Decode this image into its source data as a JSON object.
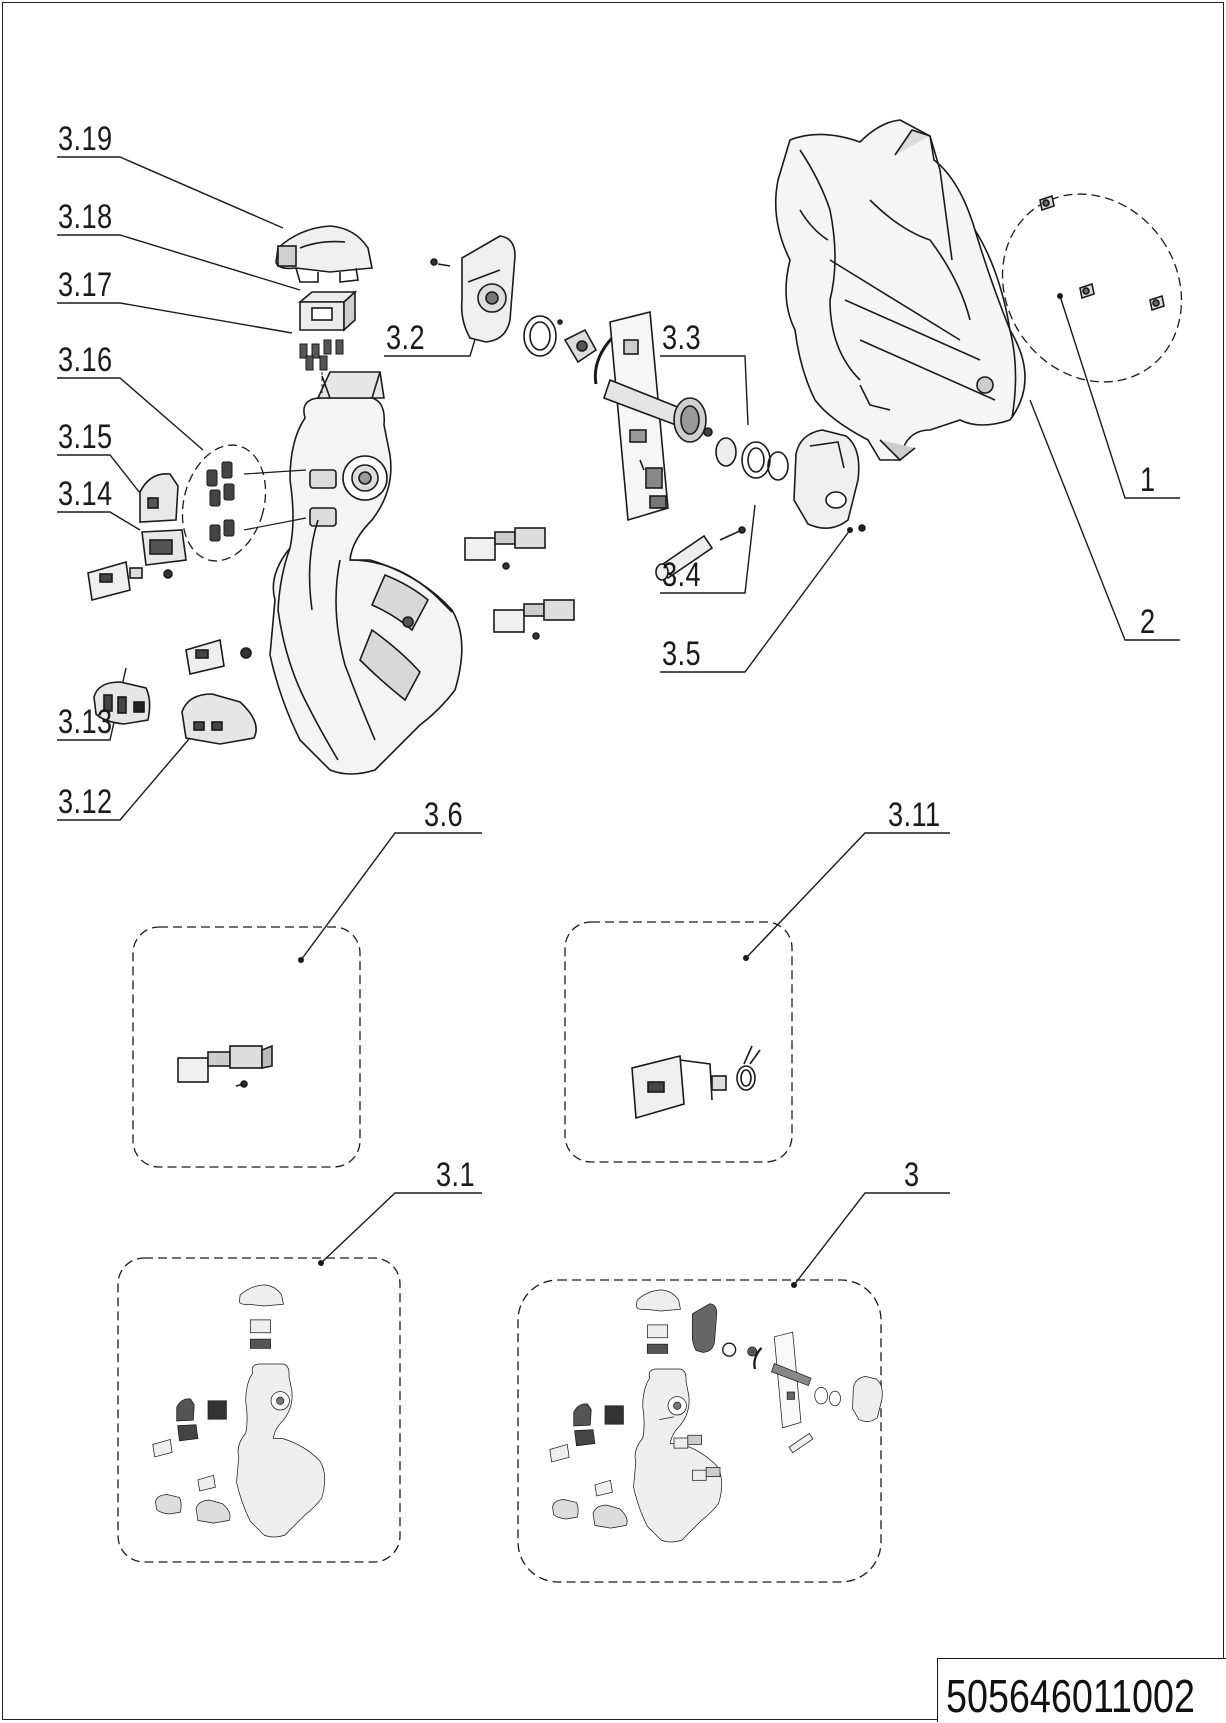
{
  "diagram": {
    "callouts": {
      "c_3_19": "3.19",
      "c_3_18": "3.18",
      "c_3_17": "3.17",
      "c_3_16": "3.16",
      "c_3_15": "3.15",
      "c_3_14": "3.14",
      "c_3_13": "3.13",
      "c_3_12": "3.12",
      "c_3_2": "3.2",
      "c_3_3": "3.3",
      "c_3_4": "3.4",
      "c_3_5": "3.5",
      "c_1": "1",
      "c_2": "2",
      "c_3_6": "3.6",
      "c_3_11": "3.11",
      "c_3_1": "3.1",
      "c_3": "3"
    },
    "part_number": "505646011002",
    "colors": {
      "line": "#1a1a1a",
      "fill_light": "#f2f2f2",
      "fill_mid": "#cfcfcf",
      "fill_dark": "#6a6a6a"
    }
  }
}
